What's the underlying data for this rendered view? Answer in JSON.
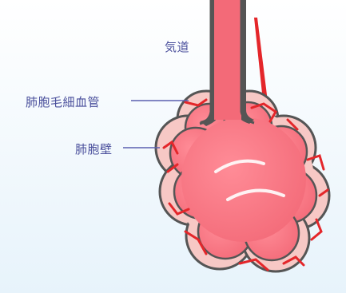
{
  "labels": {
    "airway": "気道",
    "capillary": "肺胞毛細血管",
    "alveolar_wall": "肺胞壁"
  },
  "colors": {
    "label_text": "#4a4f9c",
    "leader_line": "#5a5fb0",
    "alveolus_fill": "#f36a78",
    "alveolus_highlight": "#ff8c97",
    "wall_fill": "#f7c8c5",
    "outline": "#555555",
    "blood_vessel": "#e4262a",
    "background_top": "#ffffff",
    "background_bottom": "#e7f3fb"
  }
}
